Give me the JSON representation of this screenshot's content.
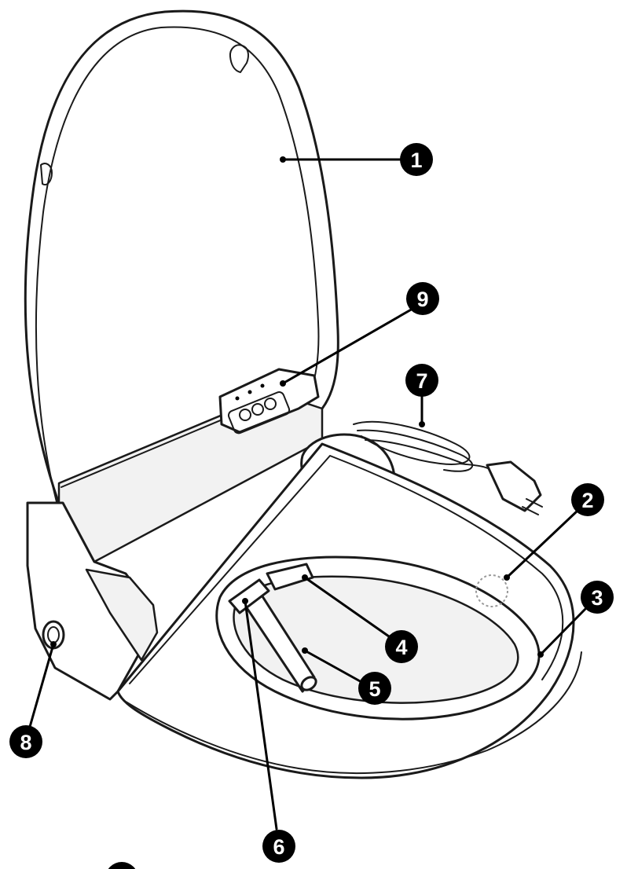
{
  "callouts": [
    {
      "id": "1",
      "label": "1"
    },
    {
      "id": "2",
      "label": "2"
    },
    {
      "id": "3",
      "label": "3"
    },
    {
      "id": "4",
      "label": "4"
    },
    {
      "id": "5",
      "label": "5"
    },
    {
      "id": "6",
      "label": "6"
    },
    {
      "id": "7",
      "label": "7"
    },
    {
      "id": "8",
      "label": "8"
    },
    {
      "id": "9",
      "label": "9"
    }
  ],
  "colors": {
    "line": "#1a1a1a",
    "badge": "#000000",
    "badge_text": "#ffffff",
    "background": "#ffffff"
  }
}
